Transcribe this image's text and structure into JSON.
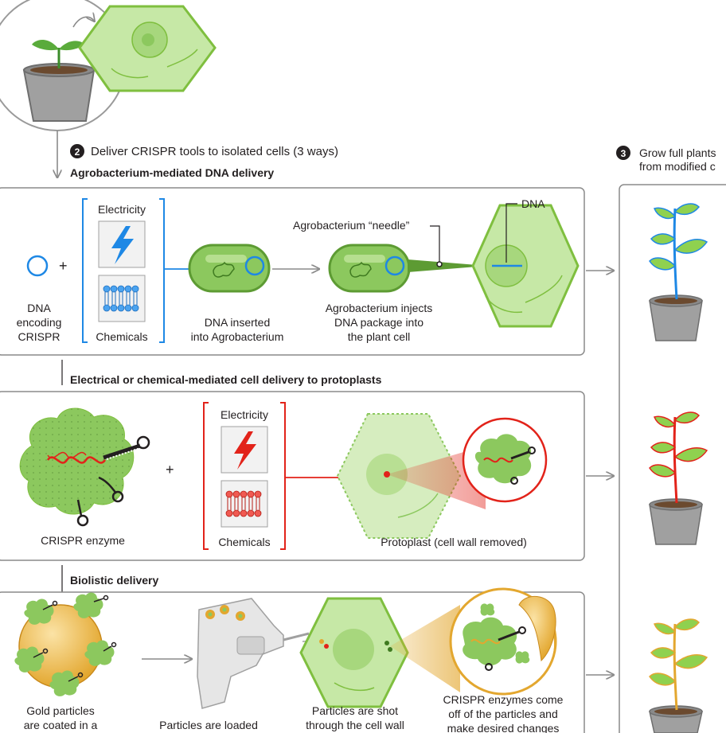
{
  "step2": {
    "number": "2",
    "title": "Deliver CRISPR tools to isolated cells (3 ways)"
  },
  "step3": {
    "number": "3",
    "line1": "Grow full plants",
    "line2": "from modified c"
  },
  "agro": {
    "heading": "Agrobacterium-mediated DNA delivery",
    "electricity": "Electricity",
    "chemicals": "Chemicals",
    "plus": "+",
    "dna_label": [
      "DNA",
      "encoding",
      "CRISPR"
    ],
    "inserted_label": [
      "DNA inserted",
      "into Agrobacterium"
    ],
    "needle_label": "Agrobacterium “needle”",
    "dna_callout": "DNA",
    "injects_label": [
      "Agrobacterium injects",
      "DNA package into",
      "the plant cell"
    ],
    "colors": {
      "accent": "#1e88e5",
      "bacterium": "#7fbf3f"
    }
  },
  "electro": {
    "heading": "Electrical or chemical-mediated cell delivery to protoplasts",
    "electricity": "Electricity",
    "chemicals": "Chemicals",
    "plus": "+",
    "enzyme_label": "CRISPR enzyme",
    "protoplast_label": "Protoplast (cell wall removed)",
    "colors": {
      "accent": "#e2231a"
    }
  },
  "bio": {
    "heading": "Biolistic delivery",
    "gold_label": [
      "Gold particles",
      "are coated in a"
    ],
    "loaded_label": [
      "Particles are loaded"
    ],
    "shot_label": [
      "Particles are shot",
      "through the cell wall"
    ],
    "come_off_label": [
      "CRISPR enzymes come",
      "off of the particles and",
      "make desired changes"
    ],
    "colors": {
      "accent": "#e3a72f"
    }
  },
  "plants": {
    "colors": {
      "blue": "#1e88e5",
      "red": "#e2231a",
      "gold": "#e3a72f",
      "leaf": "#8fd14f"
    }
  }
}
